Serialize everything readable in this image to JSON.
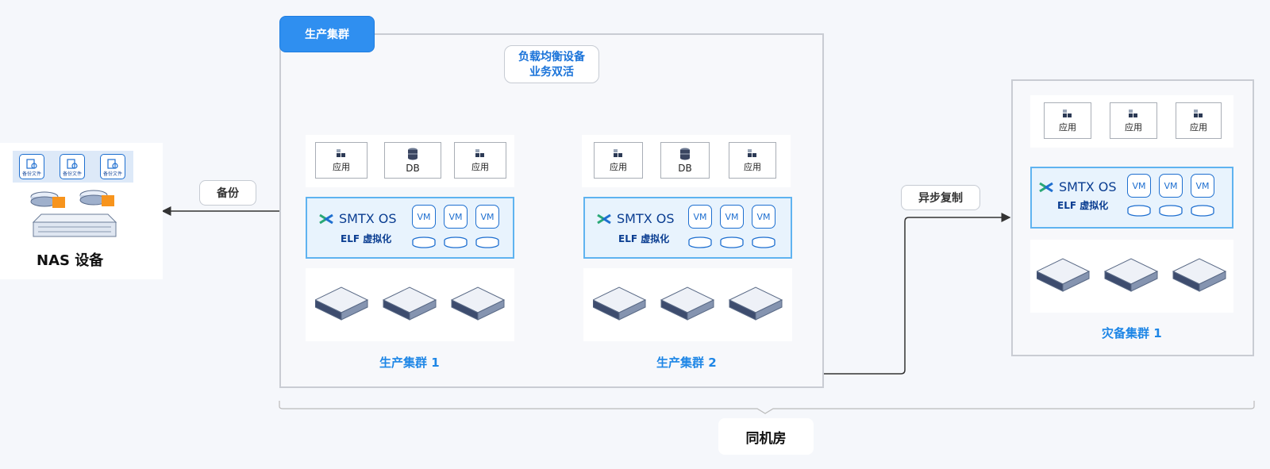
{
  "nas": {
    "label": "NAS 设备",
    "files": [
      "备份文件",
      "备份文件",
      "备份文件"
    ]
  },
  "backup_label": "备份",
  "prod_group": {
    "tab": "生产集群",
    "lb_line1": "负载均衡设备",
    "lb_line2": "业务双活",
    "clusters": [
      {
        "name": "生产集群 1",
        "apps": [
          "应用",
          "DB",
          "应用"
        ],
        "os": "SMTX OS",
        "virt": "ELF 虚拟化",
        "vms": [
          "VM",
          "VM",
          "VM"
        ]
      },
      {
        "name": "生产集群 2",
        "apps": [
          "应用",
          "DB",
          "应用"
        ],
        "os": "SMTX OS",
        "virt": "ELF 虚拟化",
        "vms": [
          "VM",
          "VM",
          "VM"
        ]
      }
    ]
  },
  "async_label": "异步复制",
  "dr_cluster": {
    "name": "灾备集群 1",
    "apps": [
      "应用",
      "应用",
      "应用"
    ],
    "os": "SMTX OS",
    "virt": "ELF 虚拟化",
    "vms": [
      "VM",
      "VM",
      "VM"
    ]
  },
  "room_label": "同机房",
  "colors": {
    "accent": "#2f8ff0",
    "label_blue": "#1e86e6",
    "os_blue": "#0a3d91",
    "elf_border": "#5fb3f0"
  }
}
